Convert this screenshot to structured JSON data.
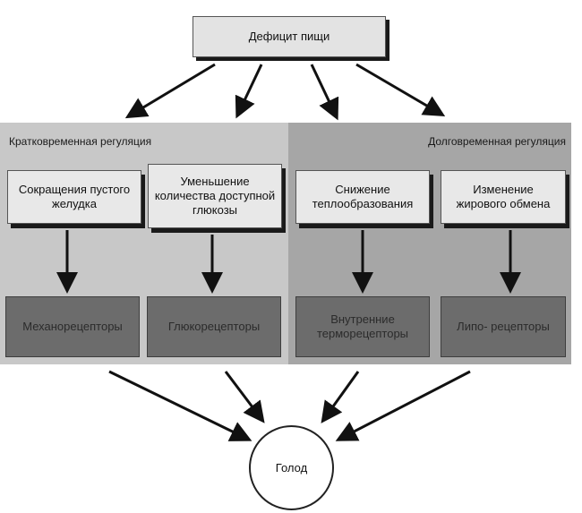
{
  "top_box": {
    "label": "Дефицит пищи"
  },
  "regions": {
    "short_term": "Кратковременная регуляция",
    "long_term": "Долговременная регуляция"
  },
  "factors": [
    "Сокращения пустого желудка",
    "Уменьшение количества доступной глюкозы",
    "Снижение теплообразования",
    "Изменение жирового обмена"
  ],
  "receptors": [
    "Механорецепторы",
    "Глюкорецепторы",
    "Внутренние терморецепторы",
    "Липо- рецепторы"
  ],
  "outcome": {
    "label": "Голод"
  },
  "colors": {
    "short_panel": "#c8c8c8",
    "long_panel": "#a6a6a6",
    "receptor_fill": "#6c6c6c",
    "arrow": "#111111"
  }
}
